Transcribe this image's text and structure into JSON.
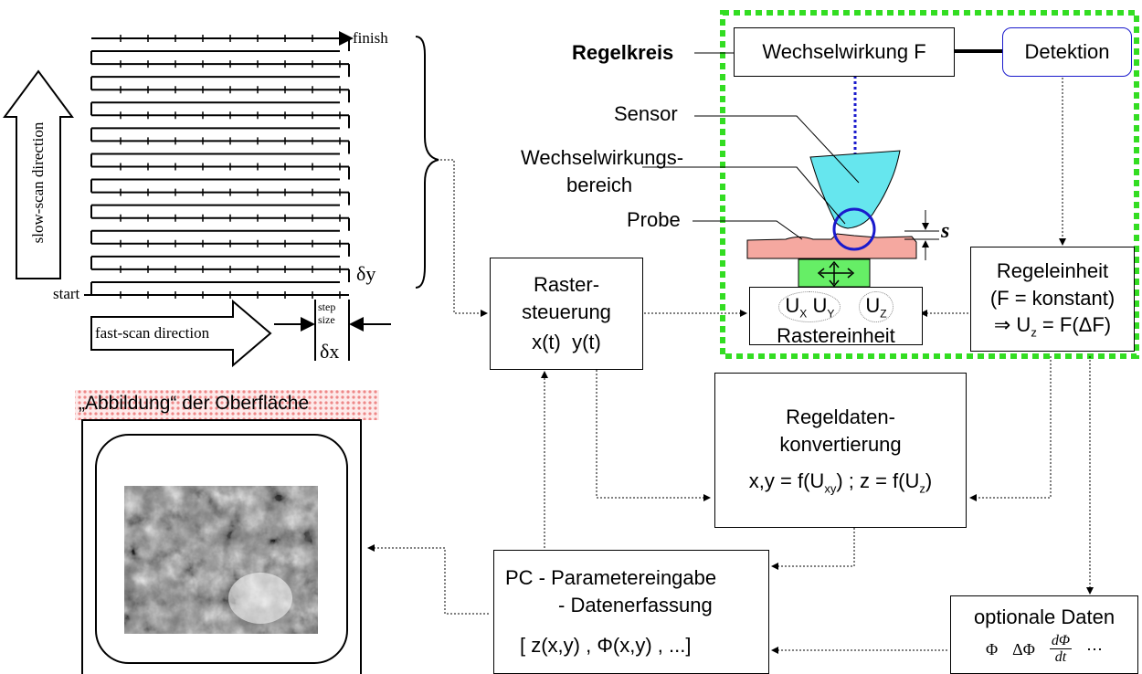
{
  "scan": {
    "finish": "finish",
    "start": "start",
    "slow_scan": "slow-scan direction",
    "fast_scan": "fast-scan direction",
    "step_size_1": "step",
    "step_size_2": "size",
    "delta_x": "δx",
    "delta_y": "δy"
  },
  "loop": {
    "title": "Regelkreis",
    "interaction": "Wechselwirkung F",
    "detection": "Detektion",
    "sensor": "Sensor",
    "area_1": "Wechselwirkungs-",
    "area_2": "bereich",
    "sample": "Probe",
    "s": "s"
  },
  "raster_control": {
    "line1": "Raster-",
    "line2": "steuerung",
    "line3": "x(t)  y(t)"
  },
  "raster_unit": {
    "ux": "U",
    "ux_sub": "X",
    "uy": "U",
    "uy_sub": "Y",
    "uz": "U",
    "uz_sub": "Z",
    "label": "Rastereinheit"
  },
  "control_unit": {
    "line1": "Regeleinheit",
    "line2": "(F = konstant)",
    "line3": "⇒ U",
    "line3_sub": "z",
    "line3_rest": " = F(ΔF)"
  },
  "conversion": {
    "line1": "Regeldaten-",
    "line2": "konvertierung",
    "formula_a": "x,y = f(U",
    "formula_a_sub": "xy",
    "formula_b": ") ; z = f(U",
    "formula_b_sub": "z",
    "formula_c": ")"
  },
  "pc": {
    "line1": "PC - Parametereingabe",
    "line2": "- Datenerfassung",
    "line3": "[ z(x,y) , Φ(x,y) , ...]"
  },
  "optional": {
    "title": "optionale Daten",
    "phi": "Φ",
    "dphi": "ΔΦ",
    "num": "dΦ",
    "den": "dt",
    "dots": "⋯"
  },
  "image": {
    "caption": "„Abbildung“ der Oberfläche"
  },
  "colors": {
    "green_dash": "#33dd22",
    "cyan": "#66e6ee",
    "blue": "#1a1acc",
    "pink": "#f5a8a0",
    "green_block": "#66ee66",
    "caption_bg": "#f6c7c7"
  }
}
